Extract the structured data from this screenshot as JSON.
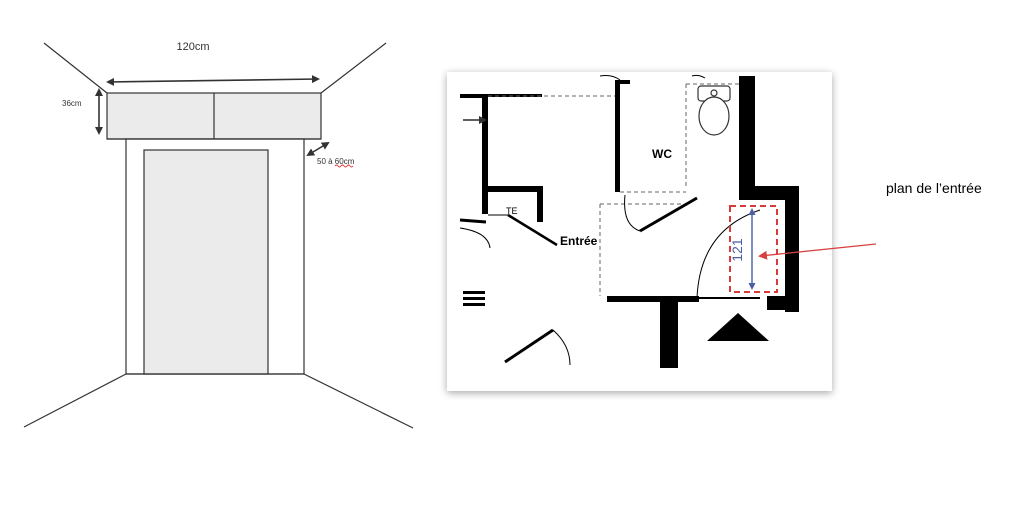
{
  "sketch": {
    "width_label": "120cm",
    "height_label": "36cm",
    "depth_label_prefix": "50 à ",
    "depth_label_value": "60cm"
  },
  "plan": {
    "room_wc": "WC",
    "room_te": "TE",
    "room_entree": "Entrée",
    "dimension": "121"
  },
  "annotation": {
    "caption": "plan de l’entrée"
  },
  "colors": {
    "line": "#333333",
    "fill_gray": "#ebebeb",
    "wall": "#000000",
    "highlight_red": "#d93a3a",
    "dimension_blue": "#4a5fa8",
    "pointer_red": "#d94040"
  }
}
